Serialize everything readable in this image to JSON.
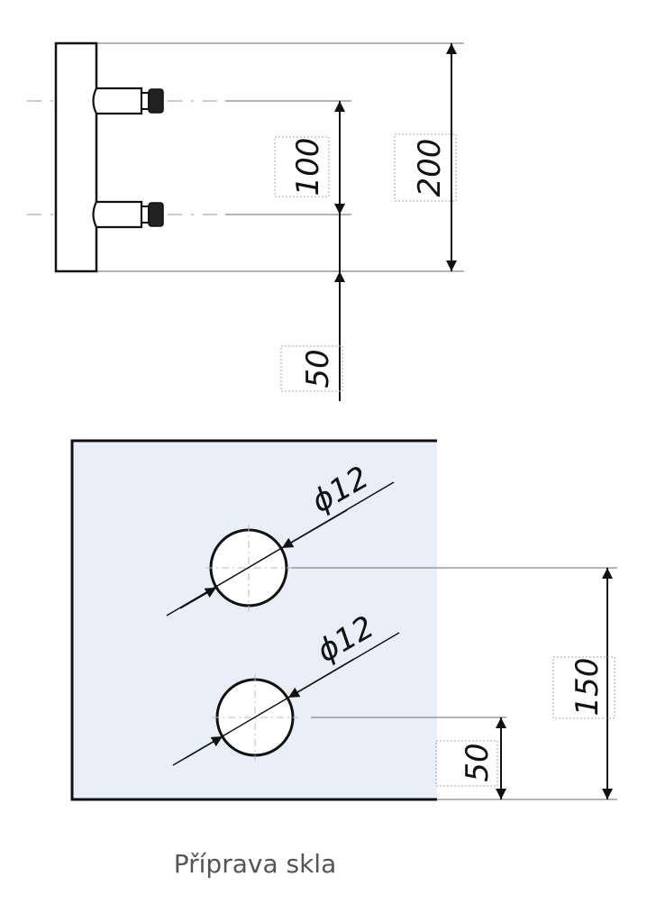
{
  "top_view": {
    "dim_spacing": "100",
    "dim_height": "200",
    "dim_offset": "50"
  },
  "glass_view": {
    "hole_upper_diameter": "ϕ12",
    "hole_lower_diameter": "ϕ12",
    "dim_holes_distance": "150",
    "dim_bottom_offset": "50",
    "colors": {
      "glass_fill": "#e9eff8",
      "outline": "#111111",
      "dim_line": "#888888"
    }
  },
  "caption": "Příprava skla"
}
